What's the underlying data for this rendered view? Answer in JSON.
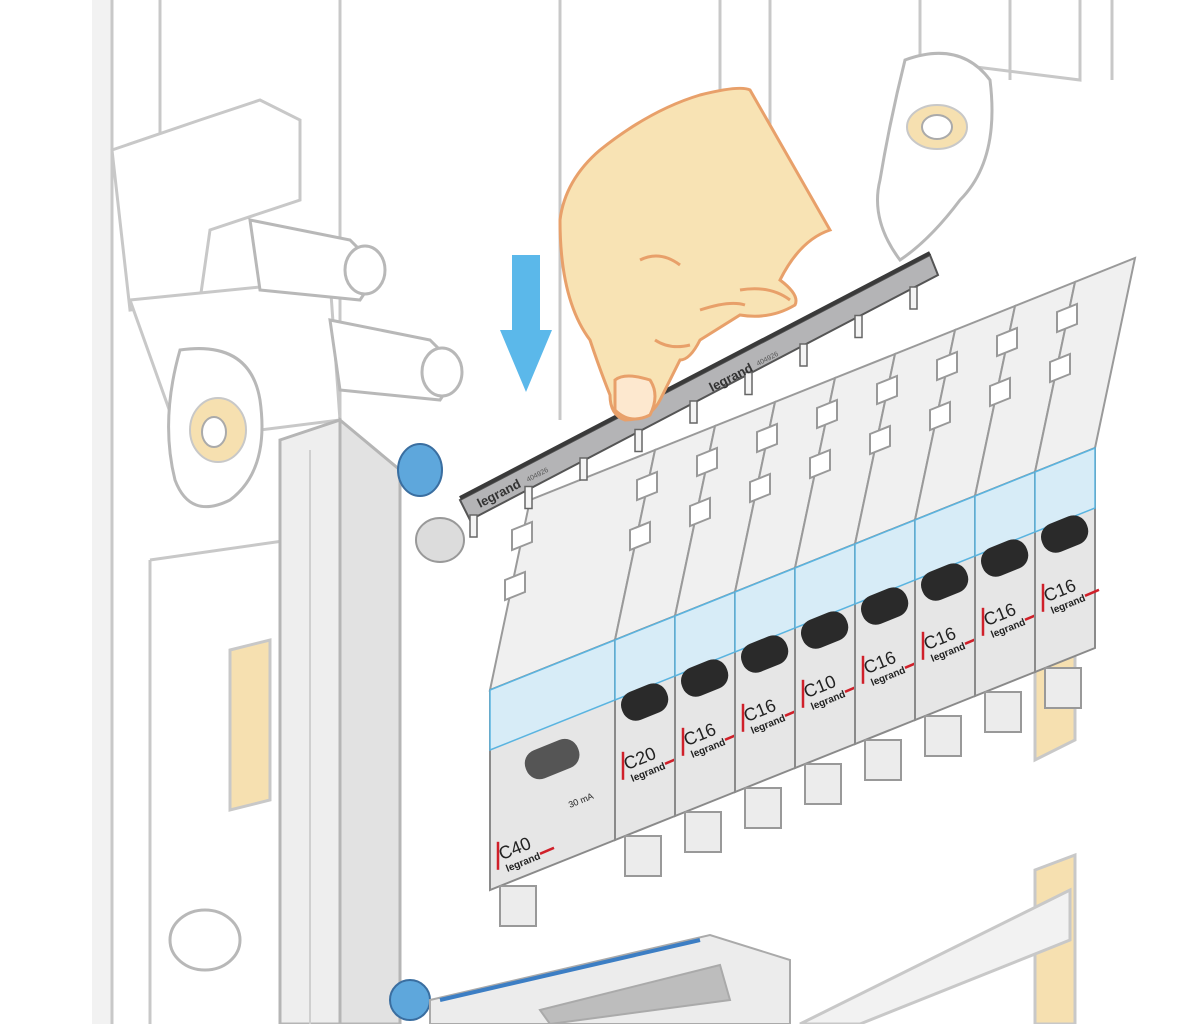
{
  "comb_busbar": {
    "brand": "legrand",
    "reference": "404926"
  },
  "rcd": {
    "rating": "C40",
    "brand": "legrand",
    "sensitivity": "30 mA"
  },
  "breakers": [
    {
      "rating": "C20",
      "brand": "legrand"
    },
    {
      "rating": "C16",
      "brand": "legrand"
    },
    {
      "rating": "C16",
      "brand": "legrand"
    },
    {
      "rating": "C10",
      "brand": "legrand"
    },
    {
      "rating": "C16",
      "brand": "legrand"
    },
    {
      "rating": "C16",
      "brand": "legrand"
    },
    {
      "rating": "C16",
      "brand": "legrand"
    },
    {
      "rating": "C16",
      "brand": "legrand"
    }
  ],
  "colors": {
    "arrow": "#5bb8ea",
    "skin": "#f8e3b4",
    "skin_outline": "#e8a06a",
    "module_face": "#e6e6e6",
    "module_window": "#d7ecf7",
    "rating_mark": "#d0202a",
    "toggle": "#2a2a2a",
    "panel_line": "#c8c8c8",
    "rail_accent": "#f6e0b0"
  }
}
